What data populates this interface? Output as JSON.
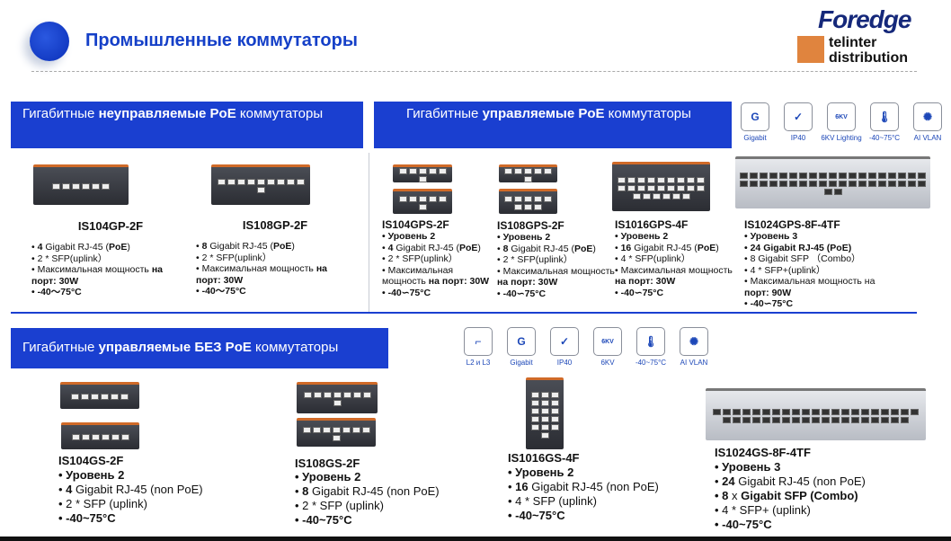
{
  "header": {
    "title": "Промышленные коммутаторы",
    "logo_brand": "Foredge",
    "logo_partner": "telinter distribution",
    "partner_line1": "telinter",
    "partner_line2": "distribution"
  },
  "sections": {
    "unmanaged_poe": {
      "pre": "Гигабитные ",
      "bold": "неуправляемые PoE",
      "post": " коммутаторы"
    },
    "managed_poe": {
      "pre": "Гигабитные ",
      "bold": "управляемые PoE",
      "post": " коммутаторы"
    },
    "managed_nopoe": {
      "pre": "Гигабитные ",
      "bold": "управляемые БЕЗ PoE",
      "post": " коммутаторы"
    }
  },
  "icons_top": [
    {
      "icon": "gigabit-icon",
      "glyph": "G",
      "label": "Gigabit"
    },
    {
      "icon": "shield-icon",
      "glyph": "✓",
      "label": "IP40"
    },
    {
      "icon": "lightning-protection-icon",
      "glyph": "6KV",
      "label": "6KV Lighting"
    },
    {
      "icon": "thermometer-icon",
      "glyph": "🌡",
      "label": "-40~75°C"
    },
    {
      "icon": "vlan-icon",
      "glyph": "✺",
      "label": "AI VLAN"
    }
  ],
  "icons_bottom": [
    {
      "icon": "l2-l3-icon",
      "glyph": "⌐",
      "label": "L2 и L3"
    },
    {
      "icon": "gigabit-icon",
      "glyph": "G",
      "label": "Gigabit"
    },
    {
      "icon": "shield-icon",
      "glyph": "✓",
      "label": "IP40"
    },
    {
      "icon": "lightning-protection-icon",
      "glyph": "6KV",
      "label": "6KV"
    },
    {
      "icon": "thermometer-icon",
      "glyph": "🌡",
      "label": "-40~75°C"
    },
    {
      "icon": "vlan-icon",
      "glyph": "✺",
      "label": "AI VLAN"
    }
  ],
  "products": [
    {
      "name": "IS104GP-2F",
      "specs": [
        [
          [
            "• ",
            0
          ],
          [
            "4",
            1
          ],
          [
            " Gigabit RJ-45 (",
            0
          ],
          [
            "PoE",
            1
          ],
          [
            ")",
            0
          ]
        ],
        [
          [
            "• 2 * SFP(uplink）",
            0
          ]
        ],
        [
          [
            "• Максимальная мощность ",
            0
          ],
          [
            "на",
            1
          ]
        ],
        [
          [
            "порт: 30W",
            1
          ]
        ],
        [
          [
            "• -40～75°C",
            1
          ]
        ]
      ]
    },
    {
      "name": "IS108GP-2F",
      "specs": [
        [
          [
            "• ",
            0
          ],
          [
            "8",
            1
          ],
          [
            " Gigabit RJ-45 (",
            0
          ],
          [
            "PoE",
            1
          ],
          [
            ")",
            0
          ]
        ],
        [
          [
            "• 2 * SFP(uplink）",
            0
          ]
        ],
        [
          [
            "• Максимальная мощность ",
            0
          ],
          [
            "на",
            1
          ]
        ],
        [
          [
            "порт: 30W",
            1
          ]
        ],
        [
          [
            "• -40～75°C",
            1
          ]
        ]
      ]
    },
    {
      "name": "IS104GPS-2F",
      "specs": [
        [
          [
            "• Уровень 2",
            1
          ]
        ],
        [
          [
            "• ",
            0
          ],
          [
            "4",
            1
          ],
          [
            " Gigabit RJ-45 (",
            0
          ],
          [
            "PoE",
            1
          ],
          [
            ")",
            0
          ]
        ],
        [
          [
            "• 2 * SFP(uplink）",
            0
          ]
        ],
        [
          [
            "• Максимальная",
            0
          ]
        ],
        [
          [
            "мощность ",
            0
          ],
          [
            "на порт: 30W",
            1
          ]
        ],
        [
          [
            "• -40∽75°C",
            1
          ]
        ]
      ]
    },
    {
      "name": "IS108GPS-2F",
      "specs": [
        [
          [
            "• Уровень 2",
            1
          ]
        ],
        [
          [
            "• ",
            0
          ],
          [
            "8",
            1
          ],
          [
            " Gigabit RJ-45 (",
            0
          ],
          [
            "PoE",
            1
          ],
          [
            ")",
            0
          ]
        ],
        [
          [
            "• 2 * SFP(uplink）",
            0
          ]
        ],
        [
          [
            "• Максимальная мощность",
            0
          ]
        ],
        [
          [
            "на порт: 30W",
            1
          ]
        ],
        [
          [
            "• -40∽75°C",
            1
          ]
        ]
      ]
    },
    {
      "name": "IS1016GPS-4F",
      "specs": [
        [
          [
            "• Уровень 2",
            1
          ]
        ],
        [
          [
            "• ",
            0
          ],
          [
            "16",
            1
          ],
          [
            " Gigabit RJ-45 (",
            0
          ],
          [
            "PoE",
            1
          ],
          [
            ")",
            0
          ]
        ],
        [
          [
            "• 4 * SFP(uplink）",
            0
          ]
        ],
        [
          [
            "• Максимальная мощность",
            0
          ]
        ],
        [
          [
            "на порт: 30W",
            1
          ]
        ],
        [
          [
            "• -40∽75°C",
            1
          ]
        ]
      ]
    },
    {
      "name": "IS1024GPS-8F-4TF",
      "specs": [
        [
          [
            "• Уровень 3",
            1
          ]
        ],
        [
          [
            "• 24 Gigabit RJ-45 (PoE)",
            1
          ]
        ],
        [
          [
            "• 8 Gigabit SFP （Combo）",
            0
          ]
        ],
        [
          [
            "• 4 * SFP+(uplink）",
            0
          ]
        ],
        [
          [
            "• Максимальная мощность на",
            0
          ]
        ],
        [
          [
            "порт: 90W",
            1
          ]
        ],
        [
          [
            "• -40∽75°C",
            1
          ]
        ]
      ]
    },
    {
      "name": "IS104GS-2F",
      "specs": [
        [
          [
            "• Уровень 2",
            1
          ]
        ],
        [
          [
            "• ",
            0
          ],
          [
            "4",
            1
          ],
          [
            " Gigabit RJ-45 (non PoE)",
            0
          ]
        ],
        [
          [
            "• 2 * SFP (uplink)",
            0
          ]
        ],
        [
          [
            "• -40~75°C",
            1
          ]
        ]
      ]
    },
    {
      "name": "IS108GS-2F",
      "specs": [
        [
          [
            "• Уровень 2",
            1
          ]
        ],
        [
          [
            "• ",
            0
          ],
          [
            "8",
            1
          ],
          [
            " Gigabit RJ-45 (non PoE)",
            0
          ]
        ],
        [
          [
            "• 2 * SFP (uplink)",
            0
          ]
        ],
        [
          [
            "• -40~75°C",
            1
          ]
        ]
      ]
    },
    {
      "name": "IS1016GS-4F",
      "specs": [
        [
          [
            "• Уровень 2",
            1
          ]
        ],
        [
          [
            "• ",
            0
          ],
          [
            "16",
            1
          ],
          [
            " Gigabit RJ-45  (non PoE)",
            0
          ]
        ],
        [
          [
            "• 4 * SFP (uplink)",
            0
          ]
        ],
        [
          [
            "• -40~75°C",
            1
          ]
        ]
      ]
    },
    {
      "name": "IS1024GS-8F-4TF",
      "specs": [
        [
          [
            "• Уровень 3",
            1
          ]
        ],
        [
          [
            "• ",
            0
          ],
          [
            "24",
            1
          ],
          [
            " Gigabit RJ-45 (non PoE)",
            0
          ]
        ],
        [
          [
            "• 8",
            1
          ],
          [
            " x ",
            0
          ],
          [
            "Gigabit SFP (Combo)",
            1
          ]
        ],
        [
          [
            "• 4 * SFP+ (uplink)",
            0
          ]
        ],
        [
          [
            "• -40~75°C",
            1
          ]
        ]
      ]
    }
  ],
  "colors": {
    "accent": "#1a3fd0",
    "title": "#1540c8",
    "logo_orange": "#e0843e"
  }
}
